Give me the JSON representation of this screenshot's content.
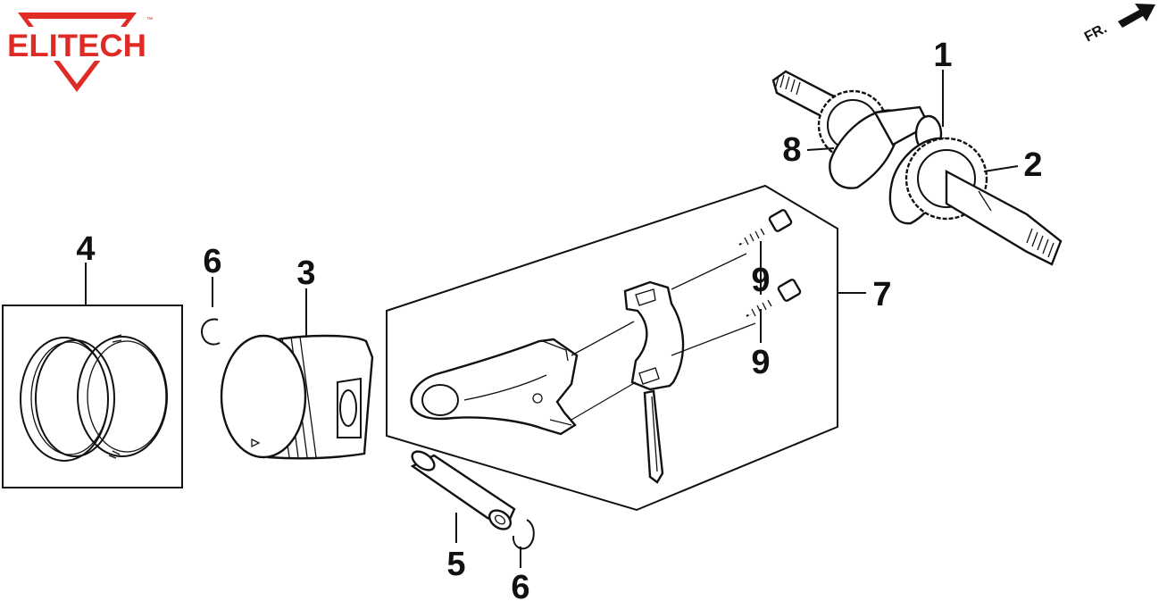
{
  "brand": {
    "name": "ELITECH",
    "trademark": "™",
    "color": "#e02a25"
  },
  "direction_indicator": {
    "text": "FR."
  },
  "callouts": [
    {
      "id": "c1",
      "number": "1"
    },
    {
      "id": "c2",
      "number": "2"
    },
    {
      "id": "c3",
      "number": "3"
    },
    {
      "id": "c4",
      "number": "4"
    },
    {
      "id": "c5",
      "number": "5"
    },
    {
      "id": "c6a",
      "number": "6"
    },
    {
      "id": "c6b",
      "number": "6"
    },
    {
      "id": "c7",
      "number": "7"
    },
    {
      "id": "c8",
      "number": "8"
    },
    {
      "id": "c9a",
      "number": "9"
    },
    {
      "id": "c9b",
      "number": "9"
    }
  ]
}
